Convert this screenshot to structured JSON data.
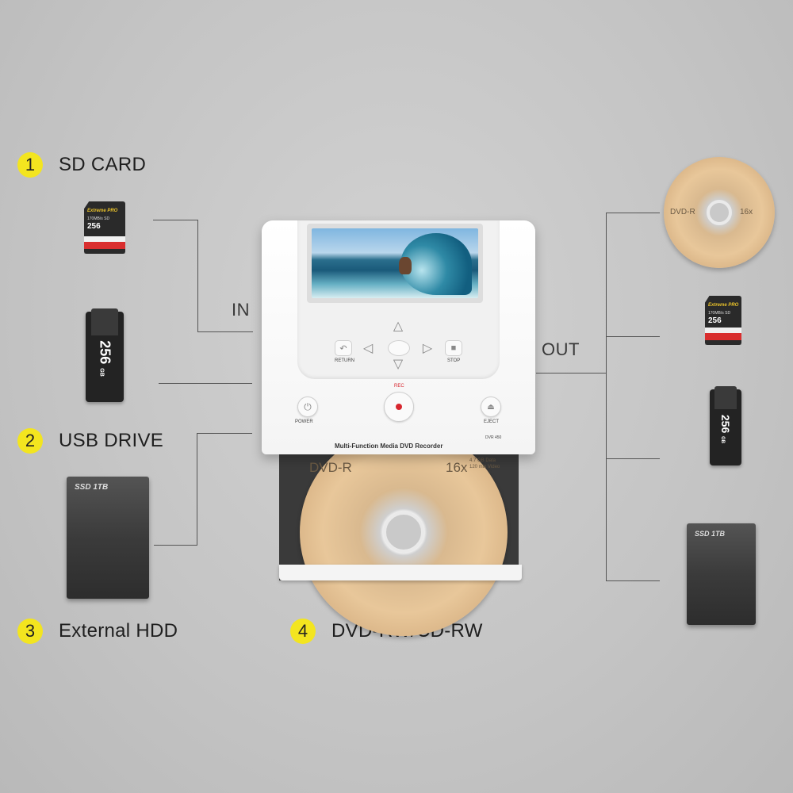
{
  "sources": [
    {
      "number": "1",
      "label": "SD CARD"
    },
    {
      "number": "2",
      "label": "USB DRIVE"
    },
    {
      "number": "3",
      "label": "External HDD"
    },
    {
      "number": "4",
      "label": "DVD-RW/CD-RW"
    }
  ],
  "io": {
    "in": "IN",
    "out": "OUT"
  },
  "sd_card": {
    "brand": "Extreme PRO",
    "spec": "170MB/s SD",
    "capacity": "256"
  },
  "usb": {
    "capacity": "256",
    "unit": "GB"
  },
  "ssd": {
    "label": "SSD 1TB"
  },
  "device": {
    "model_name": "Multi-Function Media DVD Recorder",
    "model_code": "DVR 450",
    "return_label": "RETURN",
    "stop_label": "STOP",
    "rec_label": "REC",
    "power_label": "POWER",
    "eject_label": "EJECT"
  },
  "disc": {
    "brand": "DVD-R",
    "speed": "16x",
    "capacity_line1": "4.7 GB Data",
    "capacity_line2": "120 min Video"
  },
  "colors": {
    "badge": "#f3e51f",
    "background": "#c6c6c6",
    "rec": "#d7262e"
  }
}
